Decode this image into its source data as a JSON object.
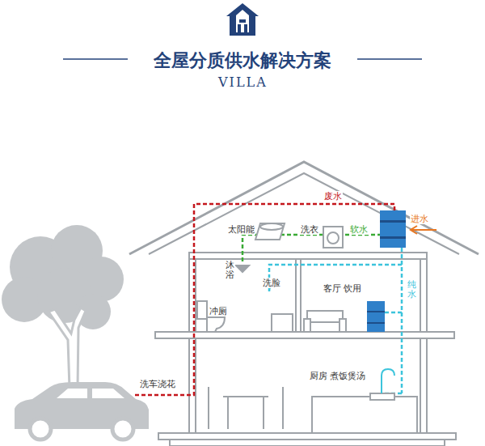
{
  "diagram": {
    "title": "全屋分质供水解决方案",
    "labels": [
      "VILLA",
      "废水",
      "太阳能",
      "洗衣",
      "软水",
      "进水",
      "沐浴",
      "洗脸",
      "客厅 饮用",
      "纯水",
      "冲厕",
      "洗车浇花",
      "厨房 煮饭煲汤"
    ]
  }
}
